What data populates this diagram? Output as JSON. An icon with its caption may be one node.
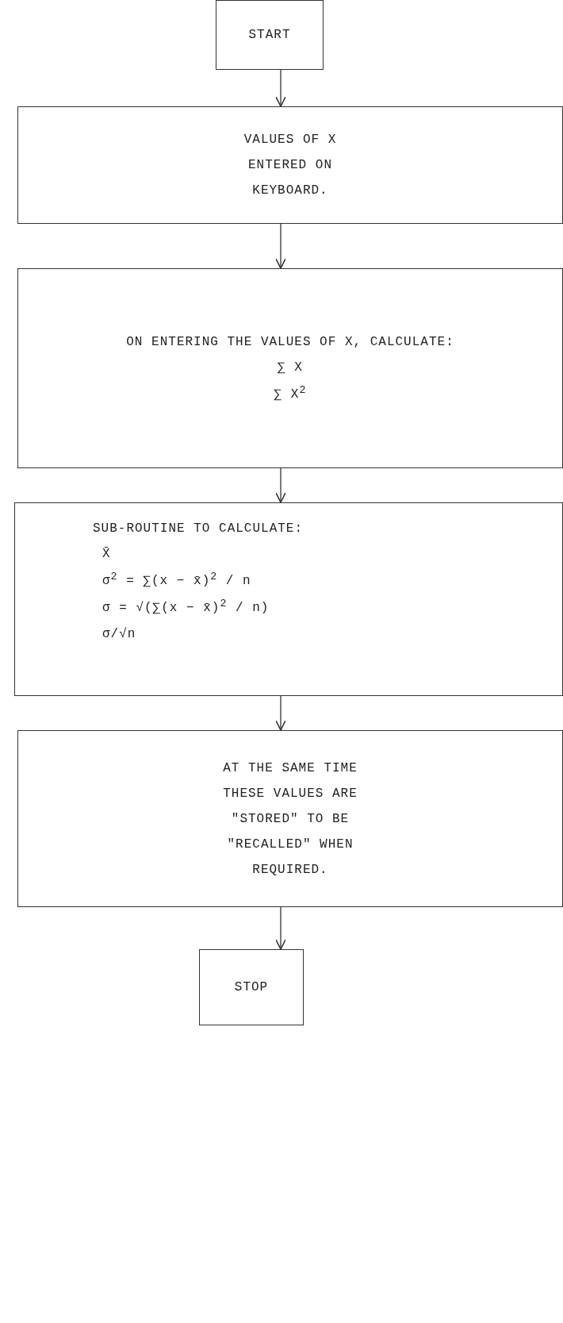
{
  "diagram": {
    "nodes": [
      {
        "text": [
          "START"
        ]
      },
      {
        "text": [
          "VALUES OF X ENTERED ON KEYBOARD."
        ]
      },
      {
        "text": [
          "ON ENTERING THE VALUES OF X, CALCULATE:",
          "∑ X",
          "∑ X$^{2}$"
        ]
      },
      {
        "text": [
          "SUB-ROUTINE TO CALCULATE:",
          "X̄",
          "σ$^{2}$ = ∑(x − x̄)$^{2}$ / n",
          "σ = √(∑(x − x̄)$^{2}$ / n)",
          "σ/√n"
        ]
      },
      {
        "text": [
          "AT THE SAME TIME THESE VALUES ARE \"STORED\" TO BE \"RECALLED\" WHEN REQUIRED."
        ]
      },
      {
        "text": [
          "STOP"
        ]
      }
    ],
    "edges": [
      {
        "from": 0,
        "to": 1,
        "arrow": "to"
      },
      {
        "from": 1,
        "to": 2,
        "arrow": "to"
      },
      {
        "from": 2,
        "to": 3,
        "arrow": "to"
      },
      {
        "from": 3,
        "to": 4,
        "arrow": "to"
      },
      {
        "from": 4,
        "to": 5,
        "arrow": "to"
      }
    ]
  }
}
